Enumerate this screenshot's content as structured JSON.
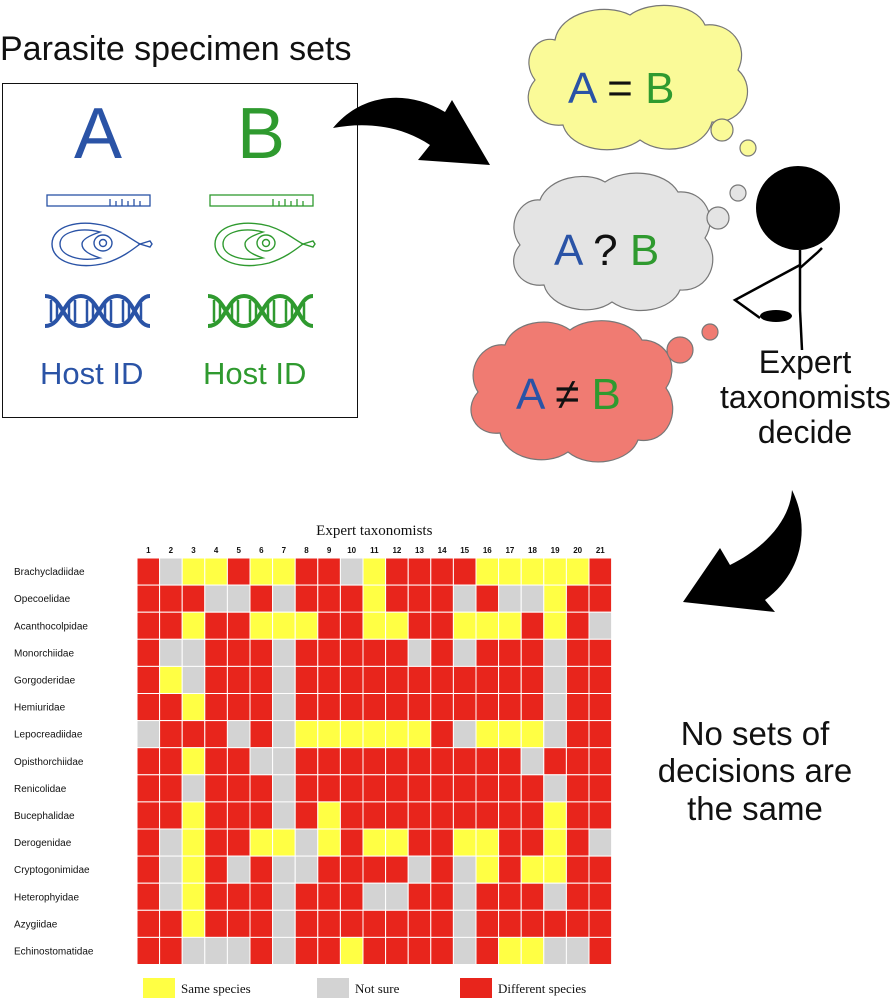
{
  "panel_title": "Parasite specimen sets",
  "specimen_a": {
    "letter": "A",
    "host_label": "Host ID"
  },
  "specimen_b": {
    "letter": "B",
    "host_label": "Host ID"
  },
  "thoughts": [
    {
      "left": "A",
      "op": "=",
      "right": "B"
    },
    {
      "left": "A",
      "op": "?",
      "right": "B"
    },
    {
      "left": "A",
      "op": "≠",
      "right": "B"
    }
  ],
  "expert_caption": [
    "Expert",
    "taxonomists",
    "decide"
  ],
  "conclusion_caption": [
    "No sets of",
    "decisions are",
    "the same"
  ],
  "colors": {
    "blue": "#2a53a6",
    "green": "#2f9a2f",
    "same": "#ffff44",
    "notsure": "#d3d3d3",
    "different": "#e8251c",
    "thought_yes": "#fafa98",
    "thought_maybe": "#e4e4e4",
    "thought_no": "#f07b72"
  },
  "chart_data": {
    "type": "heatmap",
    "title": "Expert taxonomists",
    "columns": [
      "1",
      "2",
      "3",
      "4",
      "5",
      "6",
      "7",
      "8",
      "9",
      "10",
      "11",
      "12",
      "13",
      "14",
      "15",
      "16",
      "17",
      "18",
      "19",
      "20",
      "21"
    ],
    "rows": [
      "Brachycladiidae",
      "Opecoelidae",
      "Acanthocolpidae",
      "Monorchiidae",
      "Gorgoderidae",
      "Hemiuridae",
      "Lepocreadiidae",
      "Opisthorchiidae",
      "Renicolidae",
      "Bucephalidae",
      "Derogenidae",
      "Cryptogonimidae",
      "Heterophyidae",
      "Azygiidae",
      "Echinostomatidae"
    ],
    "codes": {
      "S": "Same species",
      "N": "Not sure",
      "D": "Different species"
    },
    "cells": [
      [
        "D",
        "N",
        "S",
        "S",
        "D",
        "S",
        "S",
        "D",
        "D",
        "N",
        "S",
        "D",
        "D",
        "D",
        "D",
        "S",
        "S",
        "S",
        "S",
        "S",
        "D"
      ],
      [
        "D",
        "D",
        "D",
        "N",
        "N",
        "D",
        "N",
        "D",
        "D",
        "D",
        "S",
        "D",
        "D",
        "D",
        "N",
        "D",
        "N",
        "N",
        "S",
        "D",
        "D"
      ],
      [
        "D",
        "D",
        "S",
        "D",
        "D",
        "S",
        "S",
        "S",
        "D",
        "D",
        "S",
        "S",
        "D",
        "D",
        "S",
        "S",
        "S",
        "D",
        "S",
        "D",
        "N"
      ],
      [
        "D",
        "N",
        "N",
        "D",
        "D",
        "D",
        "N",
        "D",
        "D",
        "D",
        "D",
        "D",
        "N",
        "D",
        "N",
        "D",
        "D",
        "D",
        "N",
        "D",
        "D"
      ],
      [
        "D",
        "S",
        "N",
        "D",
        "D",
        "D",
        "N",
        "D",
        "D",
        "D",
        "D",
        "D",
        "D",
        "D",
        "D",
        "D",
        "D",
        "D",
        "N",
        "D",
        "D"
      ],
      [
        "D",
        "D",
        "S",
        "D",
        "D",
        "D",
        "N",
        "D",
        "D",
        "D",
        "D",
        "D",
        "D",
        "D",
        "D",
        "D",
        "D",
        "D",
        "N",
        "D",
        "D"
      ],
      [
        "N",
        "D",
        "D",
        "D",
        "N",
        "D",
        "N",
        "S",
        "S",
        "S",
        "S",
        "S",
        "S",
        "D",
        "N",
        "S",
        "S",
        "S",
        "N",
        "D",
        "D"
      ],
      [
        "D",
        "D",
        "S",
        "D",
        "D",
        "N",
        "N",
        "D",
        "D",
        "D",
        "D",
        "D",
        "D",
        "D",
        "D",
        "D",
        "D",
        "N",
        "D",
        "D",
        "D"
      ],
      [
        "D",
        "D",
        "N",
        "D",
        "D",
        "D",
        "N",
        "D",
        "D",
        "D",
        "D",
        "D",
        "D",
        "D",
        "D",
        "D",
        "D",
        "D",
        "N",
        "D",
        "D"
      ],
      [
        "D",
        "D",
        "S",
        "D",
        "D",
        "D",
        "N",
        "D",
        "S",
        "D",
        "D",
        "D",
        "D",
        "D",
        "D",
        "D",
        "D",
        "D",
        "S",
        "D",
        "D"
      ],
      [
        "D",
        "N",
        "S",
        "D",
        "D",
        "S",
        "S",
        "N",
        "S",
        "D",
        "S",
        "S",
        "D",
        "D",
        "S",
        "S",
        "D",
        "D",
        "S",
        "D",
        "N"
      ],
      [
        "D",
        "N",
        "S",
        "D",
        "N",
        "D",
        "N",
        "N",
        "D",
        "D",
        "D",
        "D",
        "N",
        "D",
        "N",
        "S",
        "D",
        "S",
        "S",
        "D",
        "D"
      ],
      [
        "D",
        "N",
        "S",
        "D",
        "D",
        "D",
        "N",
        "D",
        "D",
        "D",
        "N",
        "N",
        "D",
        "D",
        "N",
        "D",
        "D",
        "D",
        "N",
        "D",
        "D"
      ],
      [
        "D",
        "D",
        "S",
        "D",
        "D",
        "D",
        "N",
        "D",
        "D",
        "D",
        "D",
        "D",
        "D",
        "D",
        "N",
        "D",
        "D",
        "D",
        "D",
        "D",
        "D"
      ],
      [
        "D",
        "D",
        "N",
        "N",
        "N",
        "D",
        "N",
        "D",
        "D",
        "S",
        "D",
        "D",
        "D",
        "D",
        "N",
        "D",
        "S",
        "S",
        "N",
        "N",
        "D"
      ]
    ],
    "legend": [
      "Same species",
      "Not sure",
      "Different species"
    ]
  }
}
